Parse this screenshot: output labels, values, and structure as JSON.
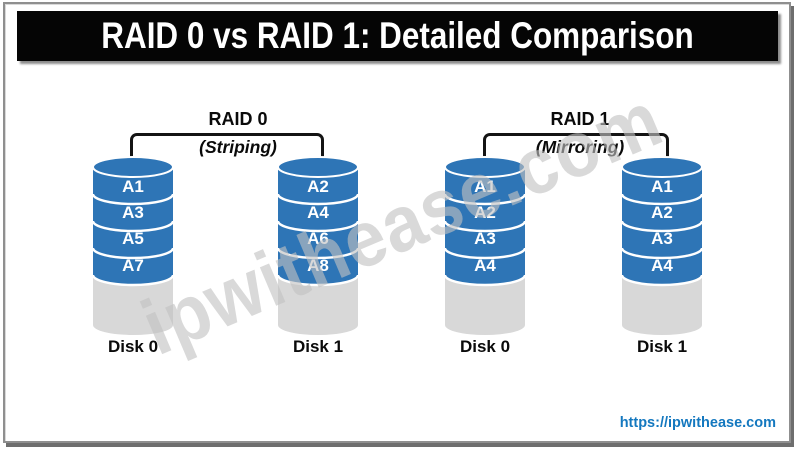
{
  "title": "RAID 0 vs RAID 1: Detailed Comparison",
  "watermark": "ipwithease.com",
  "footer_link": "https://ipwithease.com",
  "colors": {
    "disk_blue": "#2E75B6",
    "disk_gray": "#D8D8D8",
    "title_bg": "#050505",
    "title_text": "#FFFFFF",
    "link_blue": "#1478BF",
    "line_black": "#141414",
    "watermark_gray": "#C1C1C1"
  },
  "groups": [
    {
      "raid_label": "RAID 0",
      "mode_label": "(Striping)",
      "disks": [
        {
          "label": "Disk 0",
          "blocks": [
            "A1",
            "A3",
            "A5",
            "A7"
          ]
        },
        {
          "label": "Disk 1",
          "blocks": [
            "A2",
            "A4",
            "A6",
            "A8"
          ]
        }
      ]
    },
    {
      "raid_label": "RAID 1",
      "mode_label": "(Mirroring)",
      "disks": [
        {
          "label": "Disk 0",
          "blocks": [
            "A1",
            "A2",
            "A3",
            "A4"
          ]
        },
        {
          "label": "Disk 1",
          "blocks": [
            "A1",
            "A2",
            "A3",
            "A4"
          ]
        }
      ]
    }
  ]
}
